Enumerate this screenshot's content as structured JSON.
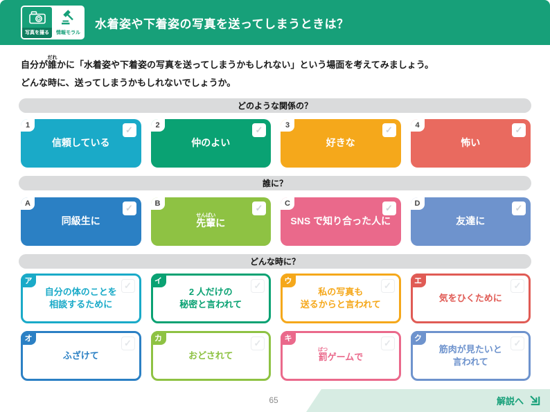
{
  "colors": {
    "header_green": "#17a079",
    "header_green_dark": "#0d7d5e",
    "footer_mint": "#d7ece3",
    "link_green": "#17a079"
  },
  "header": {
    "title": "水着姿や下着姿の写真を送ってしまうときは？",
    "badge_left_label": "写真を撮る",
    "badge_right_label": "情報モラル"
  },
  "intro": {
    "line1_pre": "自分が",
    "line1_ruby_base": "誰",
    "line1_ruby_text": "だれ",
    "line1_post": "かに「水着姿や下着姿の写真を送ってしまうかもしれない」という場面を考えてみましょう。",
    "line2": "どんな時に、送ってしまうかもしれないでしょうか。"
  },
  "sections": [
    {
      "heading": "どのような関係の？",
      "cards": [
        {
          "badge": "1",
          "label": "信頼している",
          "color": "#1aaac8"
        },
        {
          "badge": "2",
          "label": "仲のよい",
          "color": "#0aa273"
        },
        {
          "badge": "3",
          "label": "好きな",
          "color": "#f5a81b"
        },
        {
          "badge": "4",
          "label": "怖い",
          "color": "#e96a5f"
        }
      ]
    },
    {
      "heading": "誰に？",
      "cards": [
        {
          "badge": "A",
          "label": "同級生に",
          "color": "#2b80c4"
        },
        {
          "badge": "B",
          "ruby_base": "先輩",
          "ruby_text": "せんぱい",
          "label_post": "に",
          "color": "#8ec243"
        },
        {
          "badge": "C",
          "label": "SNS で知り合った人に",
          "color": "#ea698b"
        },
        {
          "badge": "D",
          "label": "友達に",
          "color": "#6e93cd"
        }
      ]
    },
    {
      "heading": "どんな時に？",
      "cards": [
        {
          "badge": "ア",
          "line1": "自分の体のことを",
          "line2": "相談するために",
          "color": "#1aaac8"
        },
        {
          "badge": "イ",
          "line1": "2 人だけの",
          "line2": "秘密と言われて",
          "color": "#0aa273"
        },
        {
          "badge": "ウ",
          "line1": "私の写真も",
          "line2": "送るからと言われて",
          "color": "#f5a81b"
        },
        {
          "badge": "エ",
          "line1": "気をひくために",
          "line2": "",
          "color": "#e05b55"
        },
        {
          "badge": "オ",
          "line1": "ふざけて",
          "line2": "",
          "color": "#2b80c4"
        },
        {
          "badge": "カ",
          "line1": "おどされて",
          "line2": "",
          "color": "#8ec243"
        },
        {
          "badge": "キ",
          "ruby_base": "罰",
          "ruby_text": "ばつ",
          "label_post": "ゲームで",
          "color": "#ea698b"
        },
        {
          "badge": "ク",
          "line1": "筋肉が見たいと",
          "line2": "言われて",
          "color": "#6e93cd"
        }
      ]
    }
  ],
  "footer": {
    "page_number": "65",
    "link_label": "解説へ"
  }
}
